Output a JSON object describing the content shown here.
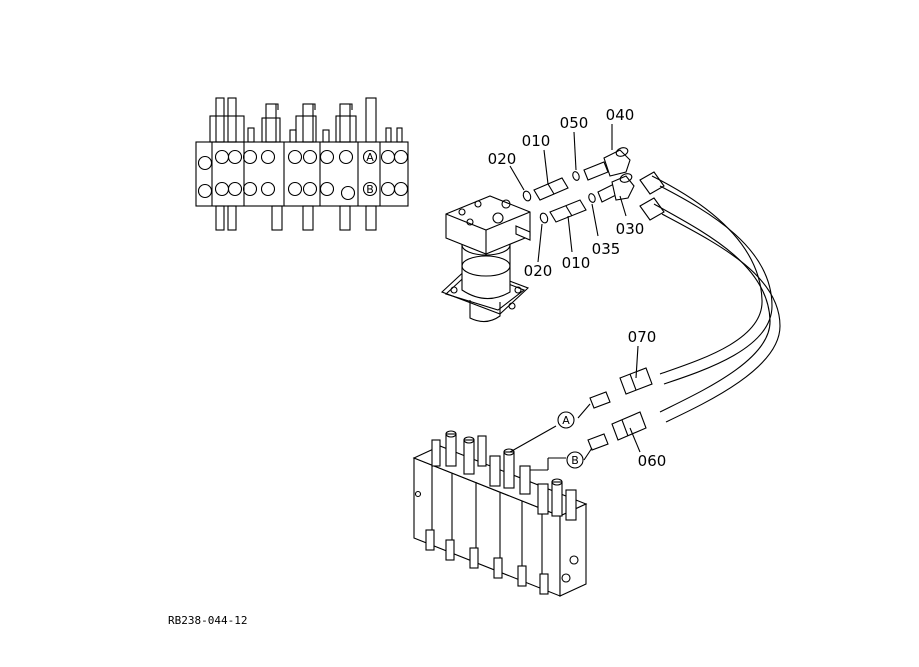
{
  "parts": {
    "p010_top": "010",
    "p050": "050",
    "p040": "040",
    "p020_top": "020",
    "p030": "030",
    "p035": "035",
    "p010_bottom": "010",
    "p020_bottom": "020",
    "p070": "070",
    "p060": "060"
  },
  "ports": {
    "a": "A",
    "b": "B",
    "inset_a": "A",
    "inset_b": "B"
  },
  "drawing_code": "RB238-044-12"
}
